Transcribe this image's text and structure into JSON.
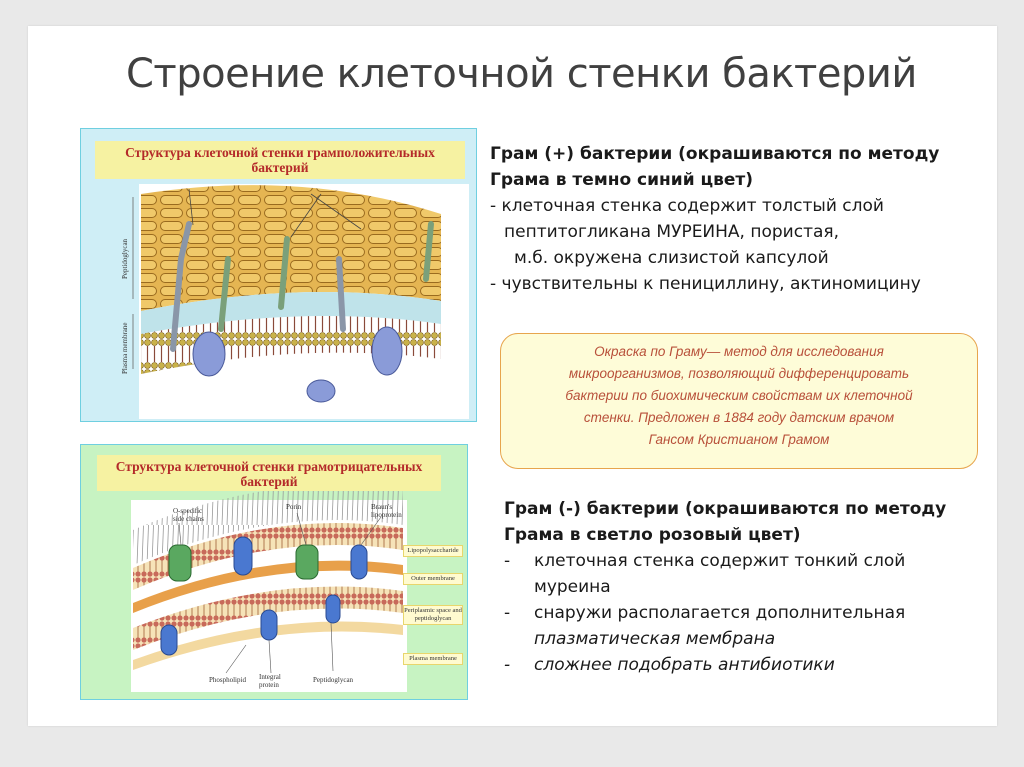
{
  "slide": {
    "title": "Строение клеточной стенки бактерий"
  },
  "figure_gram_positive": {
    "title_line1": "Структура клеточной стенки грамположительных",
    "title_line2": "бактерий",
    "label_peptidoglycan": "Peptidoglycan",
    "label_plasma_membrane": "Plasma membrane",
    "colors": {
      "background": "#cfeef6",
      "murein": "#e9bf5a",
      "membrane": "#a85a4d",
      "protein": "#8a9bd8"
    }
  },
  "figure_gram_negative": {
    "title_line1": "Структура клеточной стенки грамотрицательных",
    "title_line2": "бактерий",
    "label_o_specific": "O-specific side chains",
    "label_porin": "Porin",
    "label_brauns": "Braun's lipoprotein",
    "label_lps": "Lipopolysaccharide",
    "label_outer_membrane": "Outer membrane",
    "label_periplasmic": "Periplasmic space and peptidoglycan",
    "label_plasma_membrane": "Plasma membrane",
    "label_phospholipid": "Phospholipid",
    "label_integral_protein": "Integral protein",
    "label_peptidoglycan": "Peptidoglycan",
    "colors": {
      "background": "#c7f3c2",
      "membrane": "#c86a5a",
      "protein_blue": "#4a78d0",
      "protein_green": "#5aa860"
    }
  },
  "gram_positive": {
    "heading_line1": "Грам (+) бактерии (окрашиваются по методу",
    "heading_line2": "Грама в темно синий цвет)",
    "line1": "- клеточная стенка содержит толстый слой",
    "line2": "пептитогликана МУРЕИНА, пористая,",
    "line3": "м.б. окружена слизистой капсулой",
    "line4": "- чувствительны к пенициллину, актиномицину"
  },
  "gram_note": {
    "line1": "Окраска по Граму— метод  для исследования",
    "line2": "микроорганизмов, позволяющий дифференцировать",
    "line3": "бактерии по биохимическим свойствам их клеточной",
    "line4": "стенки. Предложен в 1884 году датским врачом",
    "line5": "Гансом Кристианом Грамом"
  },
  "gram_negative": {
    "heading_line1": "Грам (-) бактерии (окрашиваются по методу",
    "heading_line2": "Грама в светло розовый цвет)",
    "bullet_marker": "-",
    "item1_line1": "клеточная стенка содержит тонкий слой",
    "item1_line2": "муреина",
    "item2_line1": "снаружи располагается дополнительная",
    "item2_line2": "плазматическая мембрана",
    "item3": "сложнее подобрать антибиотики"
  }
}
